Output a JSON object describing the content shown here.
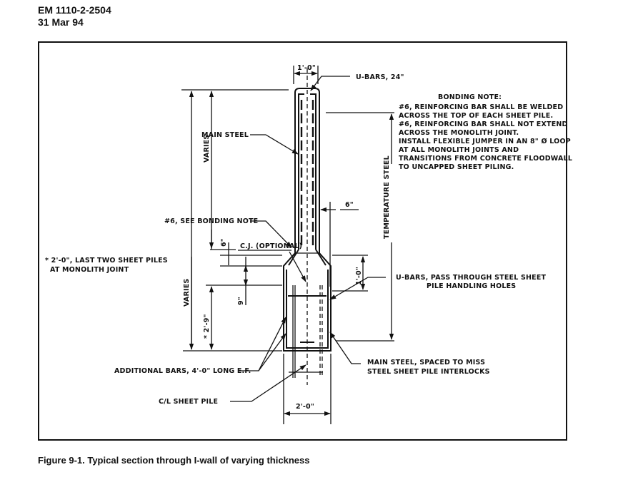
{
  "header": {
    "document_id": "EM 1110-2-2504",
    "date": "31 Mar 94"
  },
  "figure": {
    "caption": "Figure 9-1.  Typical section through I-wall of varying thickness"
  },
  "drawing": {
    "dimensions": {
      "top_width": "1'-0\"",
      "bottom_width": "2'-0\"",
      "offset_6in": "6\"",
      "offset_6in_vertical": "6\"",
      "offset_9in": "9\"",
      "offset_1ft": "1'-0\"",
      "base_height": "* 2'-9\"",
      "varies_upper": "VARIES",
      "varies_lower": "VARIES",
      "temperature_steel": "TEMPERATURE STEEL"
    },
    "labels": {
      "u_bars_top": "U-BARS, 24\"",
      "main_steel": "MAIN STEEL",
      "bonding_ref": "#6, SEE BONDING NOTE",
      "cj_optional": "C.J. (OPTIONAL)",
      "footnote_line1": "* 2'-0\", LAST TWO SHEET PILES",
      "footnote_line2": "AT MONOLITH JOINT",
      "u_bars_pass_line1": "U-BARS, PASS THROUGH STEEL SHEET",
      "u_bars_pass_line2": "PILE HANDLING HOLES",
      "additional_bars": "ADDITIONAL BARS, 4'-0\" LONG E.F.",
      "main_steel_spaced_line1": "MAIN STEEL, SPACED TO MISS",
      "main_steel_spaced_line2": "STEEL SHEET PILE INTERLOCKS",
      "cl_sheet_pile": "C/L SHEET PILE"
    },
    "bonding_note": {
      "title": "BONDING NOTE:",
      "lines": [
        "#6, REINFORCING BAR SHALL BE WELDED",
        "ACROSS THE TOP OF EACH SHEET PILE.",
        "#6, REINFORCING BAR SHALL NOT EXTEND",
        "ACROSS THE MONOLITH JOINT.",
        "INSTALL FLEXIBLE JUMPER IN AN 8\" Ø LOOP",
        "AT ALL MONOLITH JOINTS AND",
        "TRANSITIONS FROM CONCRETE FLOODWALL",
        "TO UNCAPPED SHEET PILING."
      ]
    }
  }
}
